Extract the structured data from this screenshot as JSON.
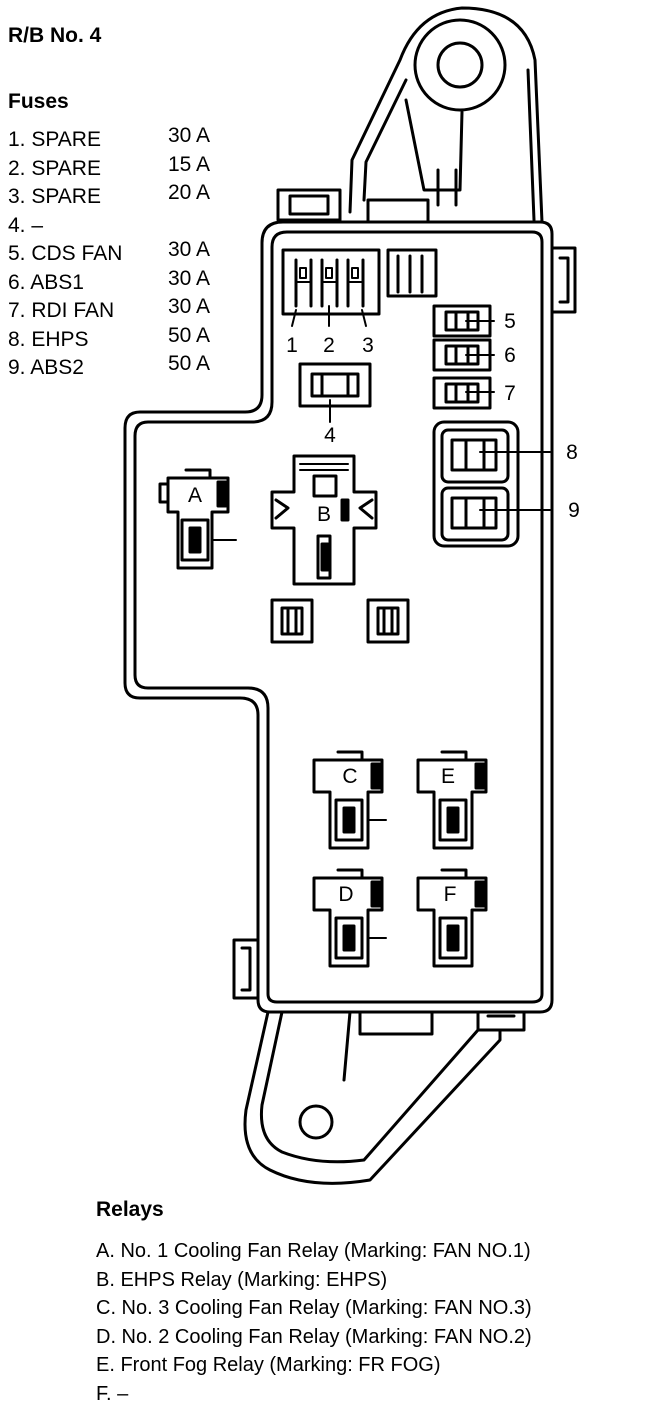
{
  "title": "R/B No. 4",
  "fuses": {
    "heading": "Fuses",
    "items": [
      {
        "name": "1. SPARE",
        "amp": "30 A"
      },
      {
        "name": "2. SPARE",
        "amp": "15 A"
      },
      {
        "name": "3. SPARE",
        "amp": "20 A"
      },
      {
        "name": "4. –",
        "amp": ""
      },
      {
        "name": "5. CDS FAN",
        "amp": "30 A"
      },
      {
        "name": "6. ABS1",
        "amp": "30 A"
      },
      {
        "name": "7. RDI FAN",
        "amp": "30 A"
      },
      {
        "name": "8. EHPS",
        "amp": "50 A"
      },
      {
        "name": "9. ABS2",
        "amp": "50 A"
      }
    ]
  },
  "diagram": {
    "fuse_numbers": [
      "1",
      "2",
      "3",
      "4",
      "5",
      "6",
      "7",
      "8",
      "9"
    ],
    "relay_letters": [
      "A",
      "B",
      "C",
      "D",
      "E",
      "F"
    ]
  },
  "relays": {
    "heading": "Relays",
    "items": [
      "A. No. 1 Cooling Fan Relay (Marking: FAN NO.1)",
      "B. EHPS Relay (Marking: EHPS)",
      "C. No. 3 Cooling Fan Relay (Marking: FAN NO.3)",
      "D. No. 2 Cooling Fan Relay (Marking: FAN NO.2)",
      "E. Front Fog Relay (Marking: FR FOG)",
      "F. –"
    ]
  }
}
